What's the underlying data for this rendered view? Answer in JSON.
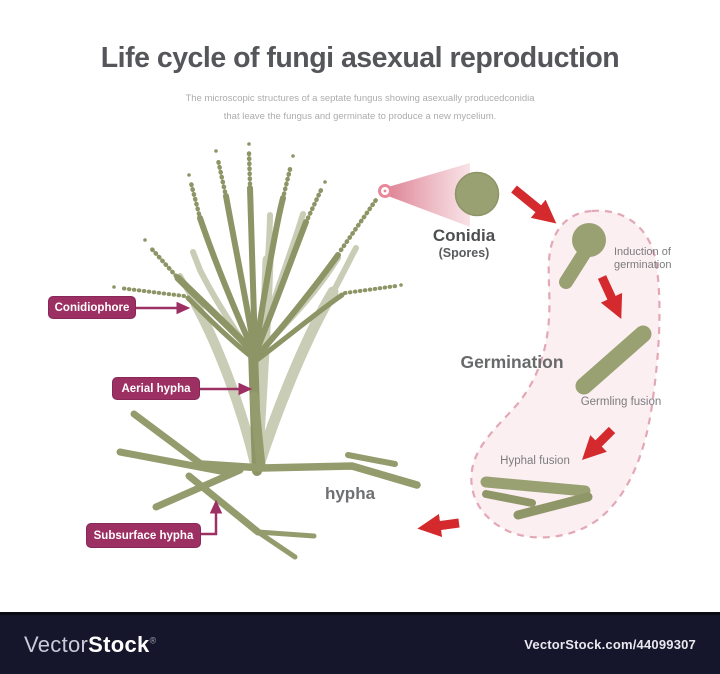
{
  "header": {
    "title": "Life cycle of fungi asexual reproduction",
    "subtitle_line1": "The microscopic structures of a septate fungus showing asexually producedconidia",
    "subtitle_line2": "that leave the fungus and germinate to produce a new mycelium."
  },
  "labels": {
    "conidiophore": "Conidiophore",
    "aerial_hypha": "Aerial hypha",
    "subsurface_hypha": "Subsurface hypha"
  },
  "annotations": {
    "conidia": "Conidia",
    "spores": "(Spores)",
    "induction_line1": "Induction of",
    "induction_line2": "germination",
    "germination": "Germination",
    "germling_fusion": "Germling fusion",
    "hyphal_fusion": "Hyphal fusion",
    "hypha": "hypha"
  },
  "footer": {
    "logo_vector": "Vector",
    "logo_stock": "Stock",
    "logo_mark": "®",
    "watermark_url": "VectorStock.com/44099307"
  },
  "colors": {
    "olive_dark": "#8D9566",
    "olive_mid": "#99A173",
    "olive_light": "#C9CDB5",
    "magenta": "#9C3062",
    "red_arrow": "#D42A2E",
    "blob_fill": "#FBEFF2",
    "blob_border": "#E3A8B6",
    "footer_bg": "#15152B",
    "title_gray": "#55565A"
  }
}
